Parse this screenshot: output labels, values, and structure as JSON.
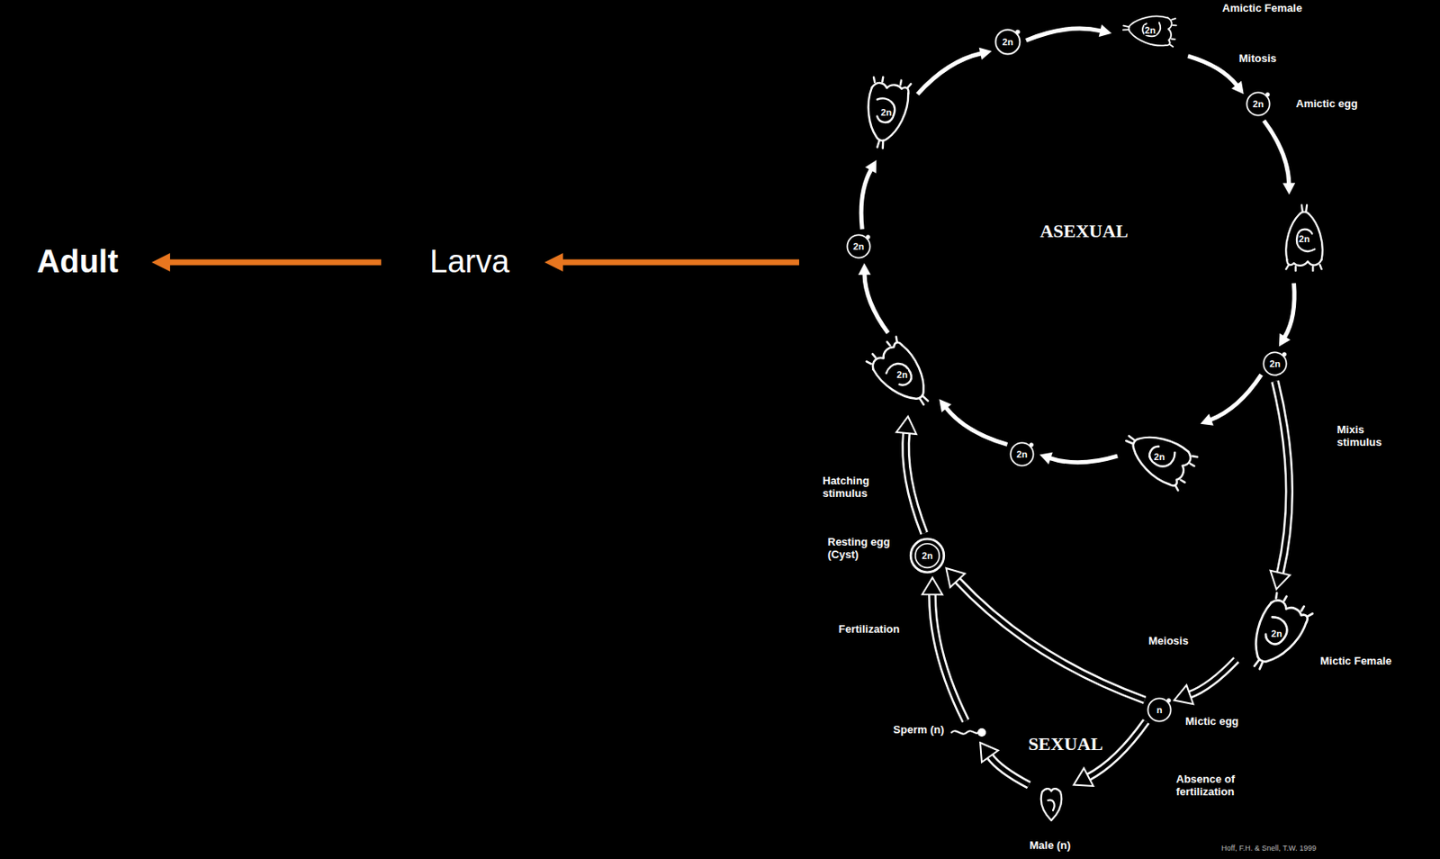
{
  "diagram": {
    "nodes": [
      {
        "text": [
          "Adult"
        ]
      },
      {
        "text": [
          "Larva"
        ]
      },
      {
        "text": [
          "2n"
        ]
      },
      {
        "text": [
          "2n",
          "Amictic Female"
        ]
      },
      {
        "text": [
          "2n",
          "Amictic egg"
        ]
      },
      {
        "text": [
          "2n"
        ]
      },
      {
        "text": [
          "2n"
        ]
      },
      {
        "text": [
          "2n"
        ]
      },
      {
        "text": [
          "2n"
        ]
      },
      {
        "text": [
          "2n"
        ]
      },
      {
        "text": [
          "2n"
        ]
      },
      {
        "text": [
          "2n"
        ]
      },
      {
        "text": [
          "2n",
          "Mictic Female"
        ]
      },
      {
        "text": [
          "n",
          "Mictic egg"
        ]
      },
      {
        "text": [
          "Male (n)"
        ]
      },
      {
        "text": [
          "Sperm (n)"
        ]
      },
      {
        "text": [
          "2n",
          "Resting egg (Cyst)"
        ]
      }
    ],
    "edges": [
      {
        "from": 2,
        "to": 3,
        "arrow": "to"
      },
      {
        "from": 3,
        "to": 4,
        "arrow": "to",
        "label": "Mitosis"
      },
      {
        "from": 4,
        "to": 5,
        "arrow": "to"
      },
      {
        "from": 5,
        "to": 6,
        "arrow": "to"
      },
      {
        "from": 6,
        "to": 7,
        "arrow": "to"
      },
      {
        "from": 7,
        "to": 8,
        "arrow": "to"
      },
      {
        "from": 8,
        "to": 9,
        "arrow": "to"
      },
      {
        "from": 9,
        "to": 10,
        "arrow": "to"
      },
      {
        "from": 10,
        "to": 11,
        "arrow": "to"
      },
      {
        "from": 11,
        "to": 2,
        "arrow": "to"
      },
      {
        "from": 6,
        "to": 12,
        "arrow": "to",
        "label": "Mixis stimulus"
      },
      {
        "from": 12,
        "to": 13,
        "arrow": "to",
        "label": "Meiosis"
      },
      {
        "from": 13,
        "to": 16,
        "arrow": "to",
        "label": "Fertilization"
      },
      {
        "from": 13,
        "to": 14,
        "arrow": "to",
        "label": "Absence of fertilization"
      },
      {
        "from": 14,
        "to": 15,
        "arrow": "to"
      },
      {
        "from": 15,
        "to": 16,
        "arrow": "to"
      },
      {
        "from": 16,
        "to": 9,
        "arrow": "to",
        "label": "Hatching stimulus"
      },
      {
        "from": 10,
        "to": 1,
        "arrow": "to"
      },
      {
        "from": 1,
        "to": 0,
        "arrow": "to"
      }
    ],
    "labels": [
      "ASEXUAL",
      "SEXUAL",
      "Hoff, F.H. & Snell, T.W. 1999"
    ]
  }
}
